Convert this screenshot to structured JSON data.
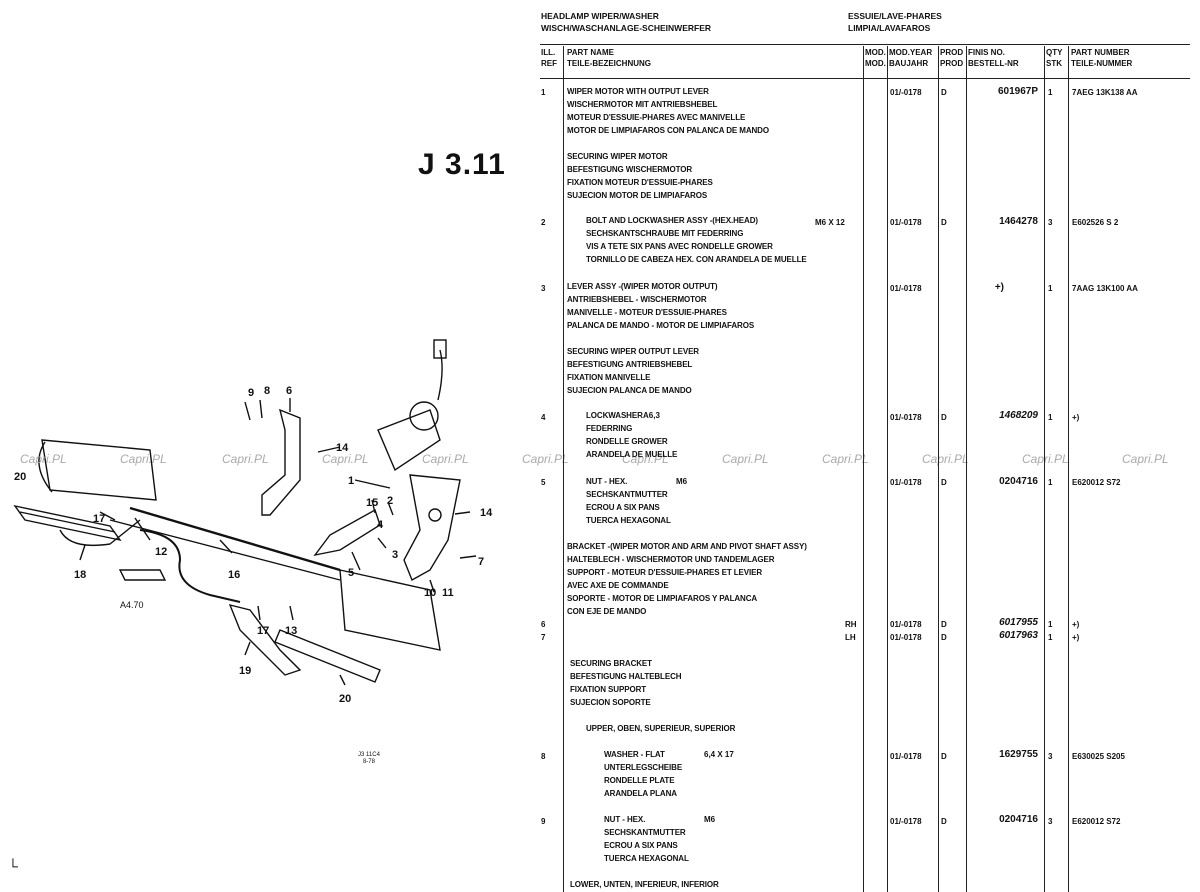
{
  "page_code": "J 3.11",
  "header": {
    "title_en": "HEADLAMP WIPER/WASHER",
    "title_de": "WISCH/WASCHANLAGE-SCHEINWERFER",
    "title_fr": "ESSUIE/LAVE-PHARES",
    "title_es": "LIMPIA/LAVAFAROS"
  },
  "columns": {
    "ill_ref": [
      "ILL.",
      "REF"
    ],
    "part_name": [
      "PART NAME",
      "TEILE-BEZEICHNUNG"
    ],
    "model": [
      "MOD.",
      "MOD."
    ],
    "model_year": [
      "MOD.YEAR",
      "BAUJAHR"
    ],
    "prod": [
      "PROD",
      "PROD"
    ],
    "finis": [
      "FINIS NO.",
      "BESTELL-NR"
    ],
    "qty": [
      "QTY",
      "STK"
    ],
    "part_number": [
      "PART NUMBER",
      "TEILE-NUMMER"
    ]
  },
  "rows": [
    {
      "ref": "1",
      "names": [
        "WIPER MOTOR WITH OUTPUT LEVER",
        "WISCHERMOTOR MIT ANTRIEBSHEBEL",
        "MOTEUR D'ESSUIE-PHARES AVEC MANIVELLE",
        "MOTOR DE LIMPIAFAROS CON PALANCA DE MANDO"
      ],
      "year": "01/-0178",
      "prod": "D",
      "finis": "601967P",
      "qty": "1",
      "part": "7AEG 13K138 AA"
    },
    {
      "ref": "",
      "names": [
        "SECURING WIPER MOTOR",
        "BEFESTIGUNG WISCHERMOTOR",
        "FIXATION MOTEUR D'ESSUIE-PHARES",
        "SUJECION MOTOR DE LIMPIAFAROS"
      ]
    },
    {
      "ref": "2",
      "names": [
        "BOLT AND LOCKWASHER ASSY -(HEX.HEAD)",
        "SECHSKANTSCHRAUBE MIT FEDERRING",
        "VIS A TETE SIX PANS AVEC RONDELLE GROWER",
        "TORNILLO DE CABEZA HEX. CON ARANDELA DE MUELLE"
      ],
      "spec": "M6 X 12",
      "year": "01/-0178",
      "prod": "D",
      "finis": "1464278",
      "qty": "3",
      "part": "E602526 S 2"
    },
    {
      "ref": "3",
      "names": [
        "LEVER ASSY -(WIPER MOTOR OUTPUT)",
        "ANTRIEBSHEBEL - WISCHERMOTOR",
        "MANIVELLE - MOTEUR D'ESSUIE-PHARES",
        "PALANCA DE MANDO - MOTOR DE LIMPIAFAROS"
      ],
      "year": "01/-0178",
      "prod": "",
      "finis": "+)",
      "qty": "1",
      "part": "7AAG 13K100 AA"
    },
    {
      "ref": "",
      "names": [
        "SECURING WIPER OUTPUT LEVER",
        "BEFESTIGUNG ANTRIEBSHEBEL",
        "FIXATION MANIVELLE",
        "SUJECION PALANCA DE MANDO"
      ]
    },
    {
      "ref": "4",
      "names": [
        "LOCKWASHER",
        "FEDERRING",
        "RONDELLE GROWER",
        "ARANDELA DE MUELLE"
      ],
      "spec": "A6,3",
      "year": "01/-0178",
      "prod": "D",
      "finis": "1468209",
      "qty": "1",
      "part": "+)"
    },
    {
      "ref": "5",
      "names": [
        "NUT - HEX.",
        "SECHSKANTMUTTER",
        "ECROU A SIX PANS",
        "TUERCA HEXAGONAL"
      ],
      "spec": "M6",
      "year": "01/-0178",
      "prod": "D",
      "finis": "0204716",
      "qty": "1",
      "part": "E620012 S72"
    },
    {
      "ref": "",
      "names": [
        "BRACKET -(WIPER MOTOR AND ARM AND PIVOT SHAFT ASSY)",
        "HALTEBLECH - WISCHERMOTOR UND TANDEMLAGER",
        "SUPPORT - MOTEUR D'ESSUIE-PHARES ET LEVIER",
        "AVEC AXE DE COMMANDE",
        "SOPORTE - MOTOR DE LIMPIAFAROS Y PALANCA",
        "CON EJE DE MANDO"
      ]
    },
    {
      "ref": "6",
      "side": "RH",
      "year": "01/-0178",
      "prod": "D",
      "finis": "6017955",
      "qty": "1",
      "part": "+)"
    },
    {
      "ref": "7",
      "side": "LH",
      "year": "01/-0178",
      "prod": "D",
      "finis": "6017963",
      "qty": "1",
      "part": "+)"
    },
    {
      "ref": "",
      "names": [
        "SECURING BRACKET",
        "BEFESTIGUNG HALTEBLECH",
        "FIXATION SUPPORT",
        "SUJECION SOPORTE"
      ]
    },
    {
      "ref": "",
      "names": [
        "UPPER, OBEN, SUPERIEUR, SUPERIOR"
      ]
    },
    {
      "ref": "8",
      "names": [
        "WASHER - FLAT",
        "UNTERLEGSCHEIBE",
        "RONDELLE PLATE",
        "ARANDELA PLANA"
      ],
      "spec": "6,4 X 17",
      "year": "01/-0178",
      "prod": "D",
      "finis": "1629755",
      "qty": "3",
      "part": "E630025 S205"
    },
    {
      "ref": "9",
      "names": [
        "NUT - HEX.",
        "SECHSKANTMUTTER",
        "ECROU A SIX PANS",
        "TUERCA HEXAGONAL"
      ],
      "spec": "M6",
      "year": "01/-0178",
      "prod": "D",
      "finis": "0204716",
      "qty": "3",
      "part": "E620012 S72"
    },
    {
      "ref": "",
      "names": [
        "LOWER, UNTEN, INFERIEUR, INFERIOR"
      ]
    }
  ],
  "callouts": [
    "1",
    "2",
    "3",
    "4",
    "5",
    "6",
    "7",
    "8",
    "9",
    "10",
    "11",
    "12",
    "13",
    "14",
    "14",
    "15",
    "16",
    "17",
    "17",
    "18",
    "19",
    "20",
    "20"
  ],
  "watermark": "Capri.PL",
  "small_text": {
    "ref_note": "A4.70",
    "code1": "J3 11C4",
    "code2": "8-78"
  },
  "icons": {
    "wiper_motor": "wiper-motor-icon",
    "bracket": "bracket-icon"
  }
}
